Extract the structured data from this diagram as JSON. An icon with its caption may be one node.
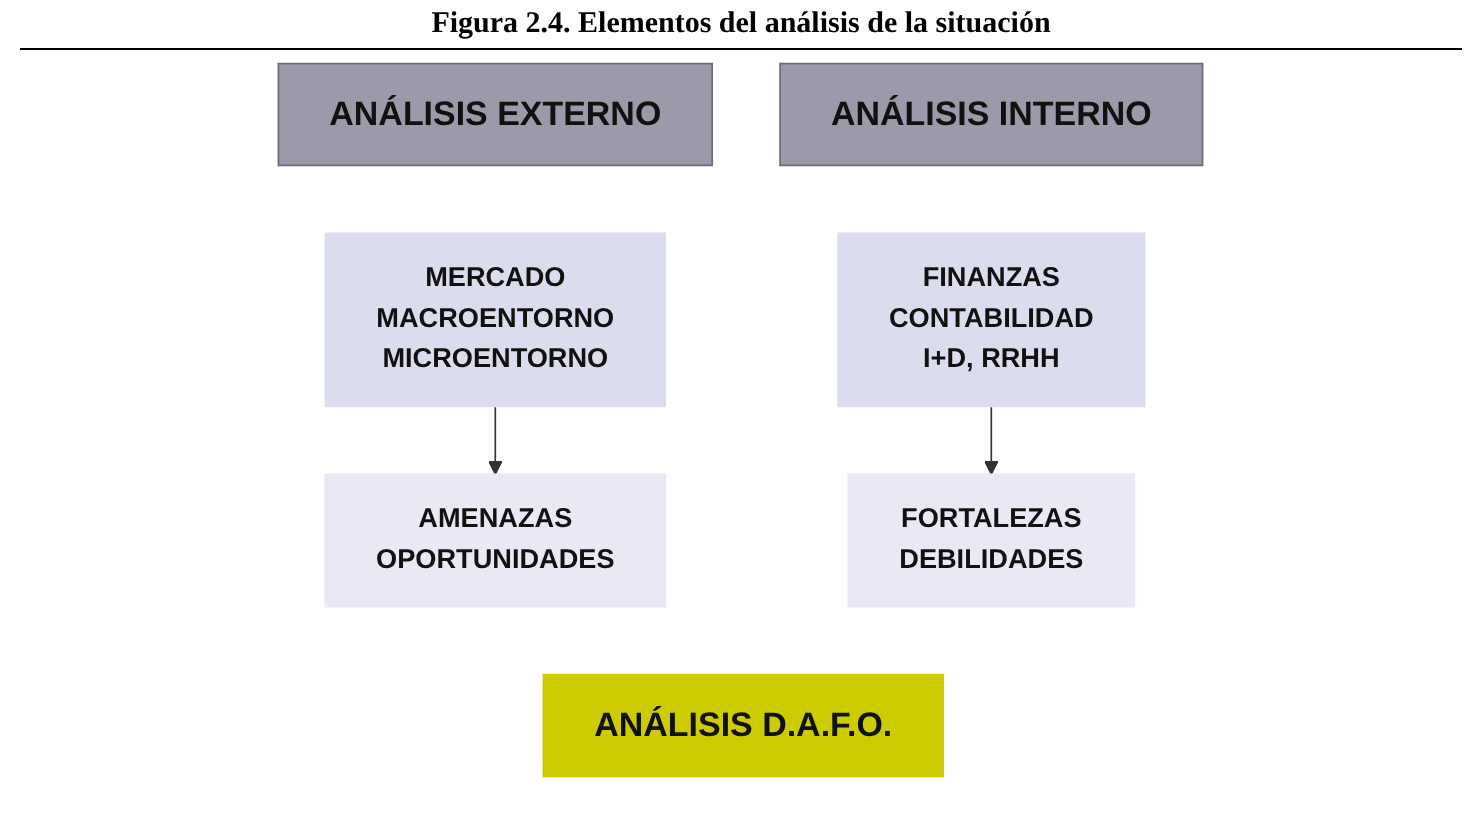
{
  "diagram": {
    "title": "Figura 2.4. Elementos del análisis de la situación",
    "nodes": [
      {
        "text": [
          "ANÁLISIS EXTERNO"
        ]
      },
      {
        "text": [
          "MERCADO",
          "MACROENTORNO",
          "MICROENTORNO"
        ]
      },
      {
        "text": [
          "AMENAZAS",
          "OPORTUNIDADES"
        ]
      },
      {
        "text": [
          "ANÁLISIS INTERNO"
        ]
      },
      {
        "text": [
          "FINANZAS",
          "CONTABILIDAD",
          "I+D, RRHH"
        ]
      },
      {
        "text": [
          "FORTALEZAS",
          "DEBILIDADES"
        ]
      },
      {
        "text": [
          "ANÁLISIS D.A.F.O."
        ]
      }
    ],
    "edges": [
      {
        "from": 1,
        "to": 2,
        "arrow": "to"
      },
      {
        "from": 4,
        "to": 5,
        "arrow": "to"
      }
    ]
  }
}
